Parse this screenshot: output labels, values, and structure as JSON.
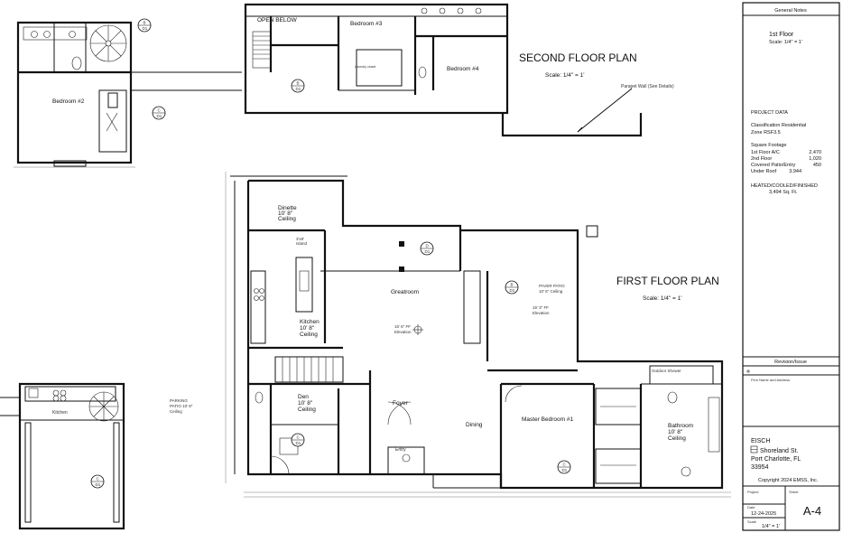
{
  "second_floor": {
    "title": "SECOND FLOOR PLAN",
    "scale": "Scale:  1/4\" = 1'",
    "parapet_note": "Parapet Wall (See Details)",
    "open_below": "OPEN BELOW",
    "rooms": {
      "bedroom2": "Bedroom #2",
      "bedroom3": "Bedroom #3",
      "bedroom4": "Bedroom #4",
      "laundry": "Laundry closet"
    }
  },
  "first_floor": {
    "title": "FIRST FLOOR PLAN",
    "scale": "Scale:  1/4\" = 1'",
    "rooms": {
      "dinette": [
        "Dinette",
        "10' 8\"",
        "Ceiling"
      ],
      "island": [
        "3'x9'",
        "Island"
      ],
      "kitchen": [
        "Kitchen",
        "10' 8\"",
        "Ceiling"
      ],
      "greatroom": "Greatroom",
      "elevation": [
        "15' 6\" FF",
        "Elevation"
      ],
      "den": [
        "Den",
        "10' 8\"",
        "Ceiling"
      ],
      "foyer": "Foyer",
      "entry": "Entry",
      "dining": "Dining",
      "master": "Master Bedroom #1",
      "bathroom": [
        "Bathroom",
        "10' 8\"",
        "Ceiling"
      ],
      "paver_patio": [
        "PAVER PATIO",
        "10' 6\" Ceiling"
      ],
      "patio_elev": [
        "15' 3\" FF",
        "Elevation"
      ],
      "parking": [
        "PARKING",
        "PATIO  10' 8\"",
        "Ceiling"
      ],
      "outdoor_shower": "Outdoor Shower",
      "outdoor_kitchen": "Kitchen"
    }
  },
  "detail_markers": [
    "B",
    "D1",
    "C",
    "D1",
    "B",
    "D1",
    "D",
    "D1",
    "C",
    "D1",
    "B",
    "D1",
    "C",
    "D1",
    "C",
    "D1"
  ],
  "title_block": {
    "header": "General Notes",
    "sheet_title": "1st Floor",
    "sheet_scale": "Scale:  1/4\" = 1'",
    "project_data_label": "PROJECT DATA",
    "classification": "Classification   Residential",
    "zone": "Zone   RSF3.5",
    "sq_ft_label": "Square Footage",
    "sq_ft_rows": [
      {
        "label": "1st Floor A/C",
        "value": "2,470"
      },
      {
        "label": "2nd Floor",
        "value": "1,020"
      },
      {
        "label": "Covered Patio/Entry",
        "value": "450"
      },
      {
        "label": "Under Roof",
        "value": "3,944"
      }
    ],
    "heated_label": "HEATED/COOLED/FINISHED",
    "heated_value": "3,494 Sq. Ft.",
    "revision": "Revision/Issue",
    "firm": "Firm Name and Address",
    "client": "EISCH",
    "address1": "Shoreland St.",
    "address2": "Port Charlotte, FL",
    "address3": "33954",
    "copyright": "Copyright 2024 EMSS, Inc.",
    "project_label": "Project",
    "sheet_label": "Sheet",
    "date_label": "Date",
    "date_value": "12-24-2025",
    "scale_label": "Scale",
    "scale_value": "1/4\" = 1'",
    "sheet_number": "A-4"
  }
}
